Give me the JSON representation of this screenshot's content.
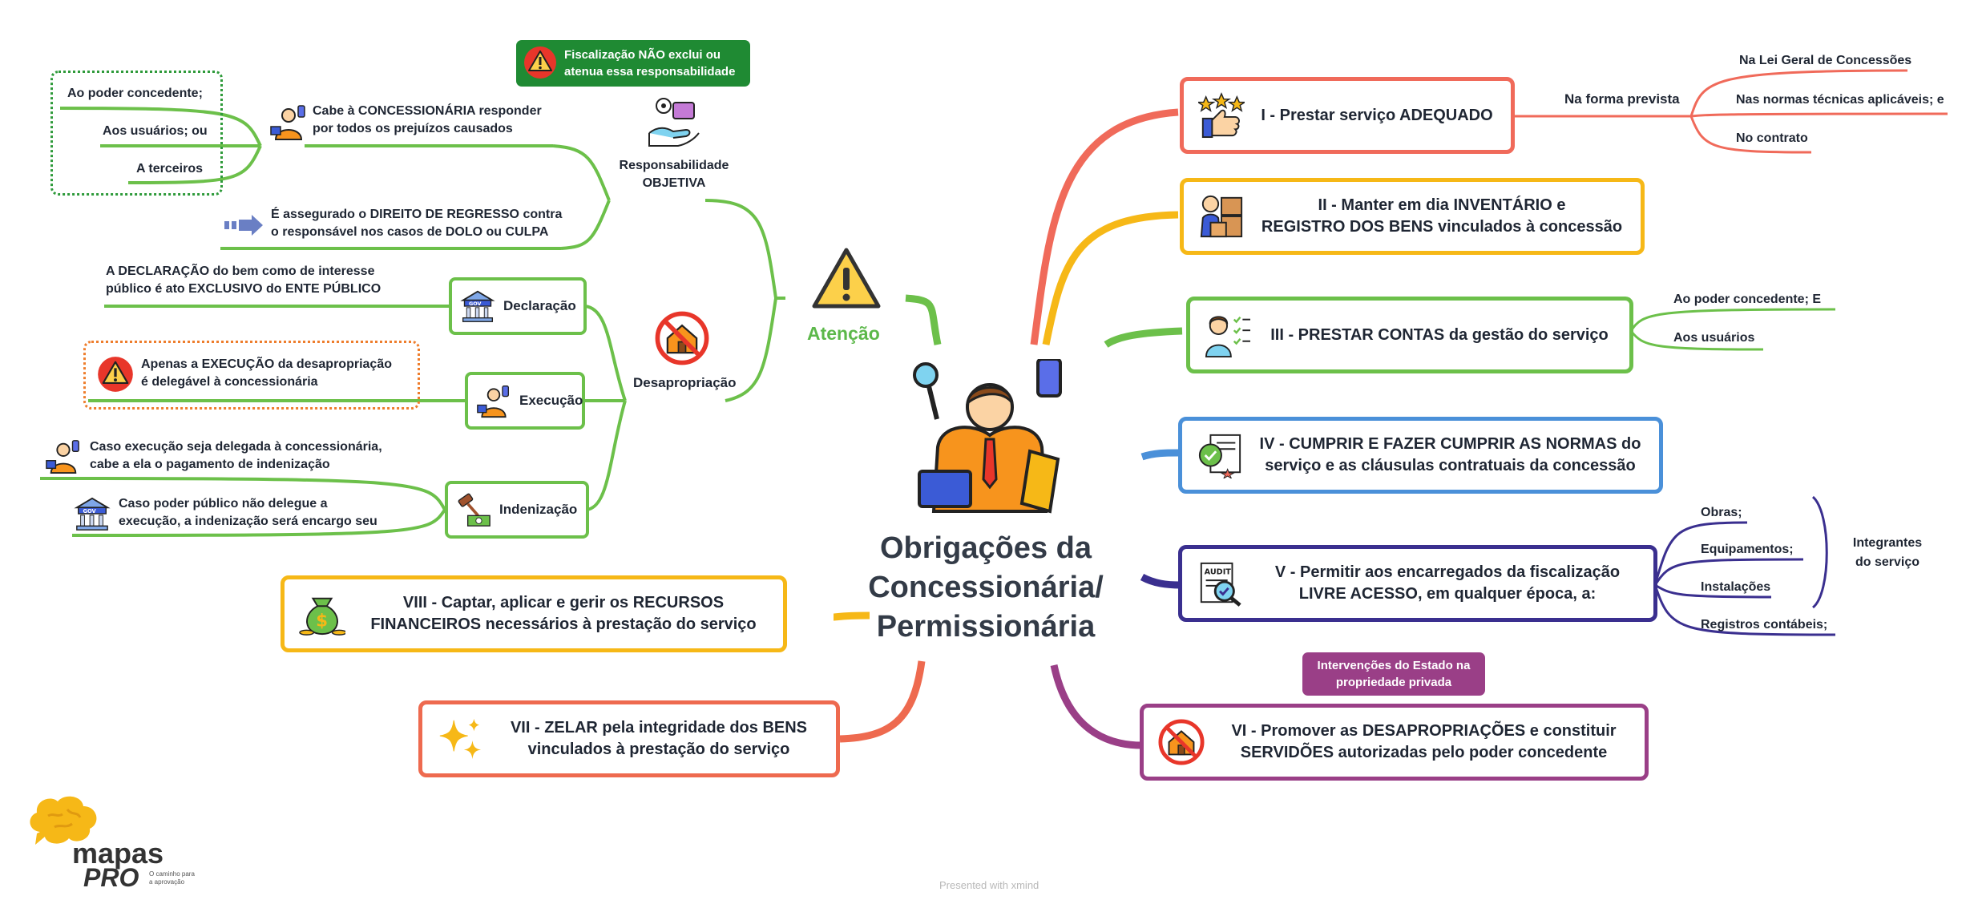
{
  "center": {
    "title_line1": "Obrigações da",
    "title_line2": "Concessionária/",
    "title_line3": "Permissionária",
    "icon": "multitasking-person-icon"
  },
  "right": {
    "i": {
      "text": "I - Prestar serviço ADEQUADO",
      "icon": "thumbs-up-stars-icon",
      "sub_label": "Na forma prevista",
      "items": [
        "Na Lei Geral de Concessões",
        "Nas normas técnicas aplicáveis; e",
        "No contrato"
      ]
    },
    "ii": {
      "line1": "II - Manter em dia INVENTÁRIO e",
      "line2": "REGISTRO DOS BENS vinculados à concessão",
      "icon": "inventory-boxes-icon"
    },
    "iii": {
      "text": "III - PRESTAR CONTAS da gestão do serviço",
      "icon": "checklist-person-icon",
      "items": [
        "Ao poder concedente; E",
        "Aos usuários"
      ]
    },
    "iv": {
      "line1": "IV - CUMPRIR E FAZER CUMPRIR AS NORMAS do",
      "line2": "serviço e as cláusulas contratuais da concessão",
      "icon": "certificate-icon"
    },
    "v": {
      "line1": "V - Permitir aos encarregados da fiscalização",
      "line2": "LIVRE ACESSO, em qualquer época, a:",
      "icon": "audit-icon",
      "items": [
        "Obras;",
        "Equipamentos;",
        "Instalações",
        "Registros contábeis;"
      ],
      "group_label_line1": "Integrantes",
      "group_label_line2": "do serviço"
    },
    "vi": {
      "line1": "VI - Promover as DESAPROPRIAÇÕES e constituir",
      "line2": "SERVIDÕES autorizadas pelo poder concedente",
      "icon": "no-house-icon",
      "callout_line1": "Intervenções do Estado na",
      "callout_line2": "propriedade privada"
    }
  },
  "left": {
    "viii": {
      "line1": "VIII - Captar, aplicar e gerir os RECURSOS",
      "line2": "FINANCEIROS necessários à prestação do serviço",
      "icon": "money-bag-icon"
    },
    "vii": {
      "line1": "VII - ZELAR pela integridade dos BENS",
      "line2": "vinculados à prestação do serviço",
      "icon": "sparkles-icon"
    },
    "atencao": {
      "label": "Atenção",
      "icon": "warning-icon"
    },
    "responsabilidade": {
      "label_line1": "Responsabilidade",
      "label_line2": "OBJETIVA",
      "icon": "hand-gear-icon",
      "callout_line1": "Fiscalização NÃO exclui ou",
      "callout_line2": "atenua essa responsabilidade",
      "responder_line1": "Cabe à CONCESSIONÁRIA responder",
      "responder_line2": "por todos os prejuízos causados",
      "targets": [
        "Ao poder concedente;",
        "Aos usuários; ou",
        "A terceiros"
      ],
      "regresso_line1": "É assegurado o DIREITO DE REGRESSO contra",
      "regresso_line2": "o responsável nos casos de DOLO ou CULPA"
    },
    "desapropriacao": {
      "label": "Desapropriação",
      "icon": "no-house-icon",
      "declaracao": {
        "label": "Declaração",
        "note_line1": "A DECLARAÇÃO do bem como de interesse",
        "note_line2": "público é ato EXCLUSIVO do ENTE PÚBLICO"
      },
      "execucao": {
        "label": "Execução",
        "note_line1": "Apenas a EXECUÇÃO da desapropriação",
        "note_line2": "é delegável à concessionária"
      },
      "indenizacao": {
        "label": "Indenização",
        "note1_line1": "Caso execução seja delegada à concessionária,",
        "note1_line2": "cabe a ela o pagamento de indenização",
        "note2_line1": "Caso poder público não delegue a",
        "note2_line2": "execução, a indenização será encargo seu"
      }
    }
  },
  "logo": {
    "brand": "mapas",
    "brand2": "PRO",
    "tagline_line1": "O caminho para",
    "tagline_line2": "a aprovação"
  },
  "footer": "Presented with xmind",
  "colors": {
    "red": "#f06a5a",
    "yellow": "#f6b817",
    "green": "#6cc04a",
    "blue": "#4a90d9",
    "navy": "#3a2f8f",
    "purple": "#9a3f87",
    "orange_red": "#ee6a4f"
  }
}
